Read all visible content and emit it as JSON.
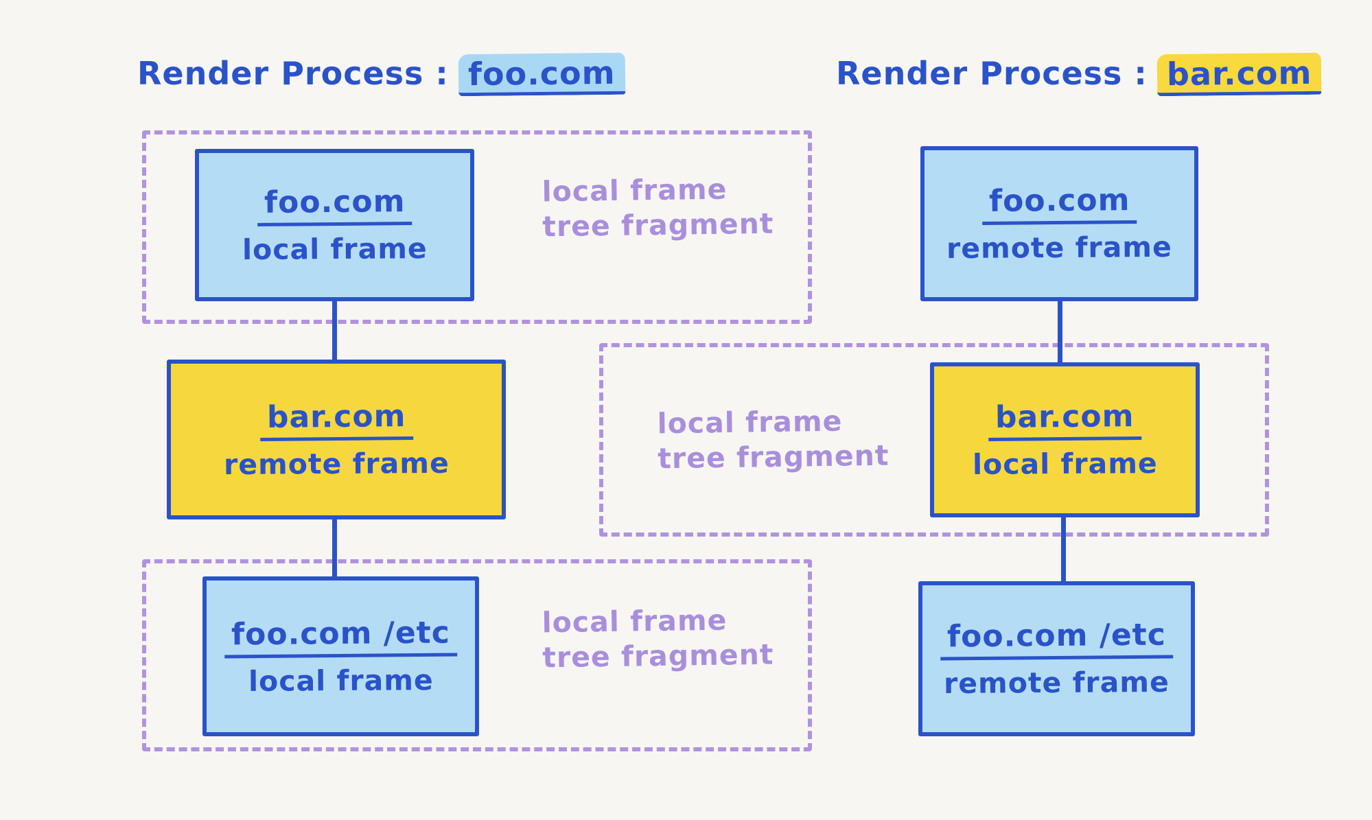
{
  "header": {
    "left_title_prefix": "Render Process :",
    "left_title_domain": "foo.com",
    "right_title_prefix": "Render Process :",
    "right_title_domain": "bar.com"
  },
  "fragments": {
    "left_top": {
      "line1": "local frame",
      "line2": "tree fragment"
    },
    "middle": {
      "line1": "local frame",
      "line2": "tree fragment"
    },
    "left_bottom": {
      "line1": "local frame",
      "line2": "tree fragment"
    }
  },
  "nodes": {
    "left_top": {
      "domain": "foo.com",
      "frame_type": "local frame",
      "fill": "blue"
    },
    "left_mid": {
      "domain": "bar.com",
      "frame_type": "remote frame",
      "fill": "yellow"
    },
    "left_bottom": {
      "domain": "foo.com /etc",
      "frame_type": "local frame",
      "fill": "blue"
    },
    "right_top": {
      "domain": "foo.com",
      "frame_type": "remote frame",
      "fill": "blue"
    },
    "right_mid": {
      "domain": "bar.com",
      "frame_type": "local frame",
      "fill": "yellow"
    },
    "right_bottom": {
      "domain": "foo.com /etc",
      "frame_type": "remote frame",
      "fill": "blue"
    }
  },
  "colors": {
    "background": "#f7f6f3",
    "node_border": "#2a53c9",
    "blue_fill": "#b4dcf5",
    "yellow_fill": "#f6d83e",
    "purple_dashed": "#b093de",
    "purple_text": "#a98fdb",
    "title_blue": "#2a53c9",
    "highlight_blue": "#a9d8f5",
    "highlight_yellow": "#f8d93e"
  }
}
